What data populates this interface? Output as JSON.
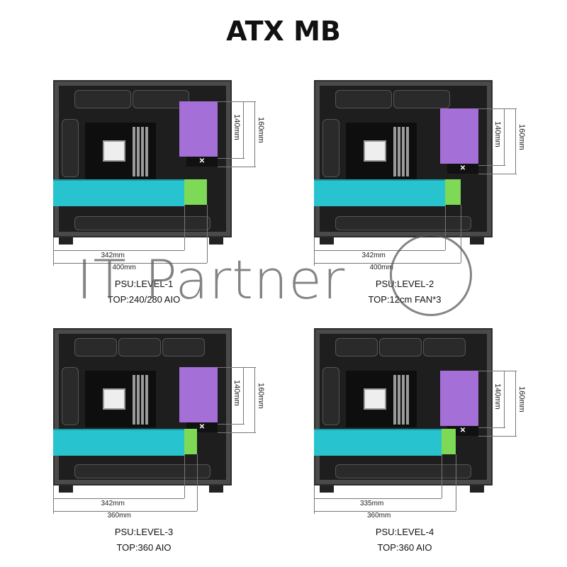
{
  "title": "ATX MB",
  "watermark": "IT Partner",
  "colors": {
    "psu": "#a46fd6",
    "gpu": "#27c4cf",
    "gpu_end": "#7ed957"
  },
  "panels": [
    {
      "gpu_length": "342mm",
      "max_length": "400mm",
      "psu_short": "140mm",
      "psu_tall": "160mm",
      "psu": "PSU:LEVEL-1",
      "top": "TOP:240/280 AIO"
    },
    {
      "gpu_length": "342mm",
      "max_length": "400mm",
      "psu_short": "140mm",
      "psu_tall": "160mm",
      "psu": "PSU:LEVEL-2",
      "top": "TOP:12cm FAN*3"
    },
    {
      "gpu_length": "342mm",
      "max_length": "360mm",
      "psu_short": "140mm",
      "psu_tall": "160mm",
      "psu": "PSU:LEVEL-3",
      "top": "TOP:360 AIO"
    },
    {
      "gpu_length": "335mm",
      "max_length": "360mm",
      "psu_short": "140mm",
      "psu_tall": "160mm",
      "psu": "PSU:LEVEL-4",
      "top": "TOP:360 AIO"
    }
  ]
}
